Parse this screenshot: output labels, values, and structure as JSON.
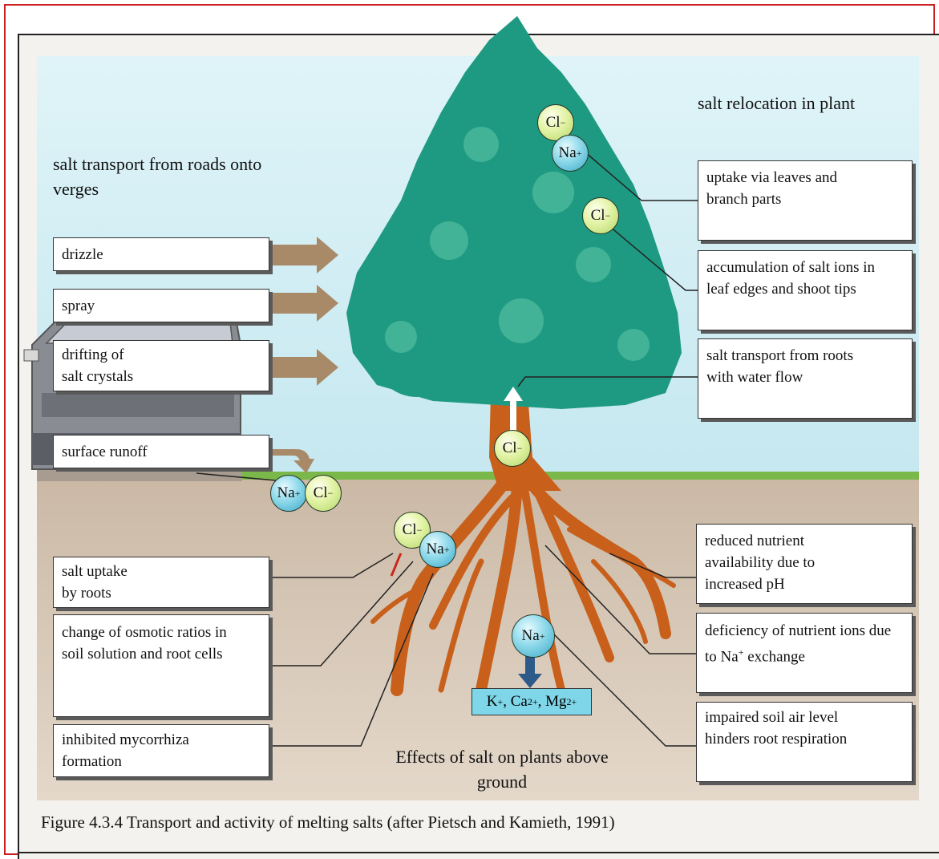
{
  "headings": {
    "left": "salt transport from roads onto verges",
    "right": "salt relocation in plant",
    "bottom": "Effects of salt on plants above ground"
  },
  "left_boxes": {
    "drizzle": "drizzle",
    "spray": "spray",
    "drifting": "drifting of salt crystals",
    "runoff": "surface runoff",
    "uptake_roots": "salt uptake by roots",
    "osmotic": "change of osmotic ratios in soil solution and root cells",
    "mycorrhiza": "inhibited mycorrhiza formation"
  },
  "right_boxes": {
    "leaves": "uptake via leaves and branch parts",
    "accumulation": "accumulation of salt ions in leaf edges and shoot tips",
    "transport": "salt transport from roots with water flow",
    "nutrient_ph": "reduced nutrient availability due to increased pH",
    "deficiency_pre": "deficiency of nutrient ions due to Na",
    "deficiency_sup": "+",
    "deficiency_post": " exchange",
    "soil_air": "impaired soil air level hinders root respiration"
  },
  "ions": {
    "cl_symbol": "Cl",
    "cl_charge": "−",
    "na_symbol": "Na",
    "na_charge": "+"
  },
  "exchange": {
    "k": "K",
    "k_charge": "+",
    "ca": ", Ca",
    "ca_charge": "2+",
    "mg": ", Mg",
    "mg_charge": "2+"
  },
  "caption": "Figure 4.3.4 Transport and activity of melting salts (after Pietsch and Kamieth, 1991)",
  "colors": {
    "foliage": "#1f9a82",
    "trunk": "#c8601c",
    "arrow": "#a88a68",
    "grass": "#7ab84a",
    "soil": "#d9cbbb",
    "sky": "#d4eef4"
  }
}
